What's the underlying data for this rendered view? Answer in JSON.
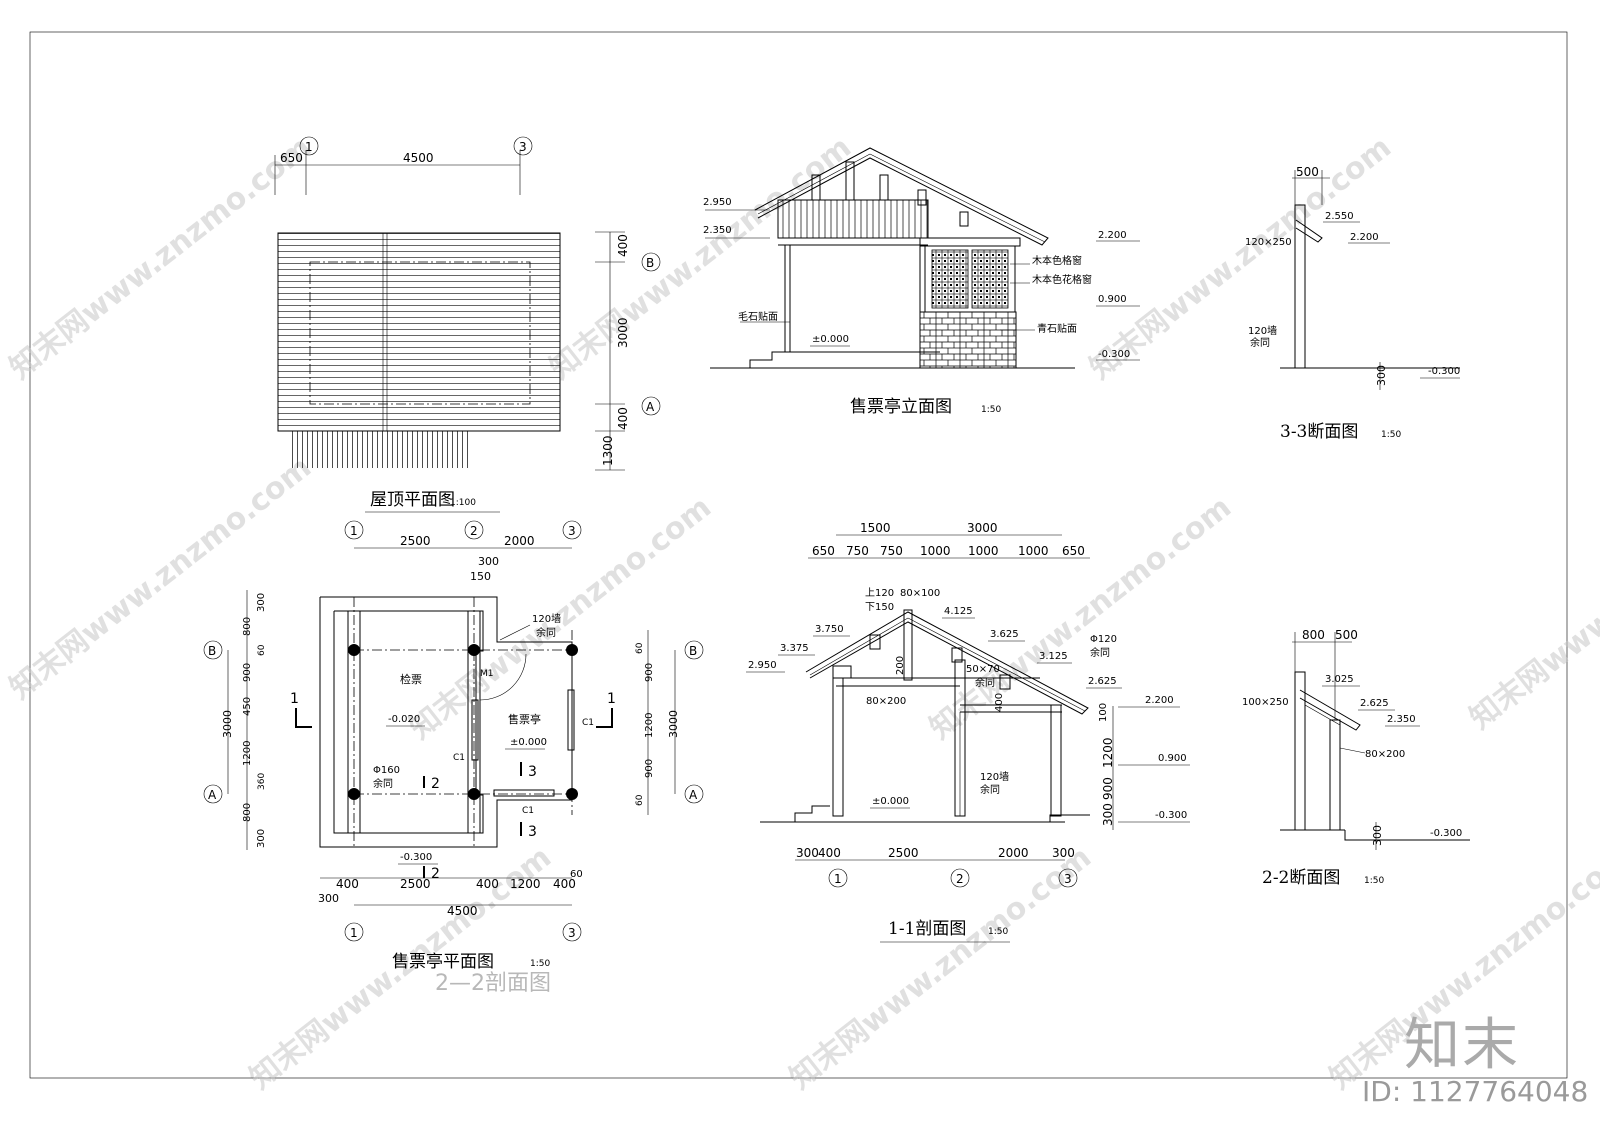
{
  "brand": {
    "logo_text": "知末",
    "id_text": "ID: 1127764048",
    "watermark_text": "知末网www.znzmo.com"
  },
  "roof_plan": {
    "title": "屋顶平面图",
    "scale": "1:100",
    "axes": [
      "1",
      "3",
      "B",
      "A"
    ],
    "dims_top": [
      "650",
      "4500"
    ],
    "dims_side": [
      "400",
      "3000",
      "400",
      "1300"
    ]
  },
  "elevation": {
    "title": "售票亭立面图",
    "scale": "1:50",
    "levels": [
      "2.950",
      "2.350",
      "2.200",
      "0.900",
      "±0.000",
      "-0.300"
    ],
    "notes": [
      "木本色格窗",
      "木本色花格窗",
      "毛石贴面",
      "青石贴面"
    ]
  },
  "section_3_3": {
    "title": "3-3断面图",
    "scale": "1:50",
    "levels": [
      "2.550",
      "2.200",
      "-0.300"
    ],
    "dims": [
      "500",
      "300"
    ],
    "notes": [
      "120×250",
      "120墙",
      "余同"
    ]
  },
  "floor_plan": {
    "title": "售票亭平面图",
    "scale": "1:50",
    "overlay_text": "2—2剖面图",
    "axes": [
      "1",
      "2",
      "3",
      "B",
      "A"
    ],
    "dims_top": [
      "2500",
      "2000",
      "300",
      "150"
    ],
    "dims_bottom": [
      "400",
      "2500",
      "400",
      "1200",
      "400",
      "300",
      "60",
      "4500"
    ],
    "dims_left": [
      "300",
      "800",
      "60",
      "900",
      "450",
      "1200",
      "360",
      "800",
      "300",
      "3000"
    ],
    "dims_right": [
      "60",
      "900",
      "1200",
      "900",
      "60",
      "3000"
    ],
    "rooms": [
      "检票",
      "售票亭"
    ],
    "levels": [
      "-0.020",
      "±0.000",
      "-0.300"
    ],
    "notes": [
      "120墙",
      "余同",
      "M1",
      "C1",
      "C1",
      "C1",
      "Φ160",
      "余同"
    ],
    "section_marks": [
      "1",
      "1",
      "2",
      "2",
      "3",
      "3"
    ]
  },
  "section_1_1": {
    "title": "1-1剖面图",
    "scale": "1:50",
    "dims_top1": [
      "1500",
      "3000"
    ],
    "dims_top2": [
      "650",
      "750",
      "750",
      "1000",
      "1000",
      "1000",
      "650"
    ],
    "dims_bottom": [
      "300",
      "400",
      "2500",
      "2000",
      "300"
    ],
    "dims_right": [
      "100",
      "1200",
      "900",
      "300"
    ],
    "axes": [
      "1",
      "2",
      "3"
    ],
    "levels": [
      "4.125",
      "3.750",
      "3.625",
      "3.375",
      "3.125",
      "2.950",
      "2.625",
      "2.200",
      "0.900",
      "±0.000",
      "-0.300"
    ],
    "notes": [
      "上120",
      "下150",
      "80×100",
      "200",
      "50×70",
      "余同",
      "Φ120",
      "余同",
      "80×200",
      "120墙",
      "余同",
      "400"
    ]
  },
  "section_2_2": {
    "title": "2-2断面图",
    "scale": "1:50",
    "dims": [
      "800",
      "500",
      "300"
    ],
    "levels": [
      "3.025",
      "2.625",
      "2.350",
      "-0.300"
    ],
    "notes": [
      "100×250",
      "80×200"
    ]
  }
}
